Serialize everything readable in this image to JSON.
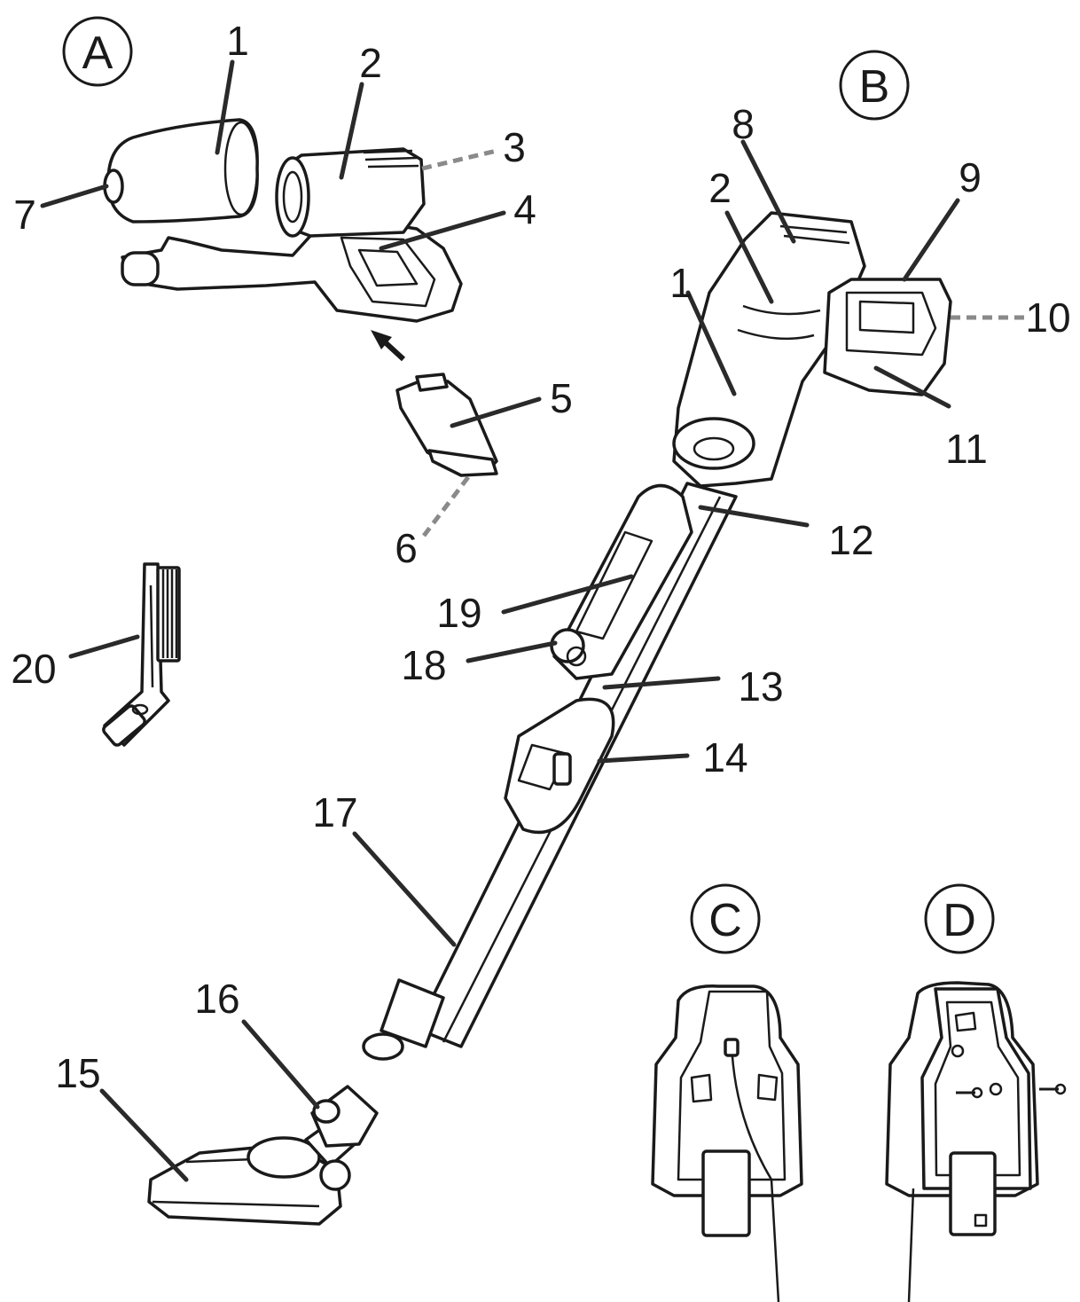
{
  "sections": {
    "a": "A",
    "b": "B",
    "c": "C",
    "d": "D"
  },
  "callouts": {
    "a_1": "1",
    "a_2": "2",
    "a_3": "3",
    "a_4": "4",
    "a_5": "5",
    "a_6": "6",
    "a_7": "7",
    "b_8": "8",
    "b_2": "2",
    "b_9": "9",
    "b_1": "1",
    "b_10": "10",
    "b_11": "11",
    "b_12": "12",
    "b_19": "19",
    "b_18": "18",
    "b_13": "13",
    "b_14": "14",
    "b_17": "17",
    "b_16": "16",
    "b_15": "15",
    "b_20": "20"
  },
  "colors": {
    "ink": "#1a1a1a",
    "dashed_leader": "#8a8a8a",
    "fill": "#ffffff"
  }
}
